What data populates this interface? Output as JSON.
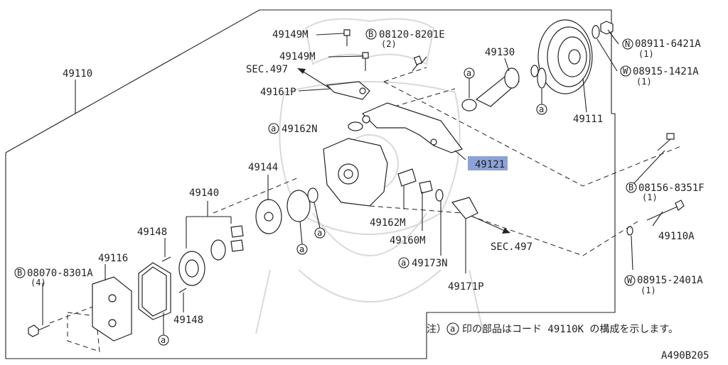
{
  "figure_code": "A490B205",
  "note": {
    "prefix": "注）",
    "marker": "a",
    "text": "印の部品はコード 49110K の構成を示します。"
  },
  "markers": {
    "bolt": "B",
    "nut": "N",
    "washer": "W",
    "kit": "a"
  },
  "labels": {
    "p49110": "49110",
    "p49149M_1": "49149M",
    "p49149M_2": "49149M",
    "sec497_top": "SEC.497",
    "p49161P": "49161P",
    "p49162N": "49162N",
    "b08120": "08120-8201E",
    "b08120_qty": "(2)",
    "p49130": "49130",
    "n08911": "08911-6421A",
    "n08911_qty": "(1)",
    "w08915_1421": "08915-1421A",
    "w08915_1421_qty": "(1)",
    "p49111": "49111",
    "p49121": "49121",
    "b08156": "08156-8351F",
    "b08156_qty": "(1)",
    "p49110A": "49110A",
    "w08915_2401": "08915-2401A",
    "w08915_2401_qty": "(1)",
    "p49144": "49144",
    "p49140": "49140",
    "p49148_1": "49148",
    "p49148_2": "49148",
    "p49116": "49116",
    "b08070": "08070-8301A",
    "b08070_qty": "(4)",
    "p49162M": "49162M",
    "p49160M": "49160M",
    "p49173N": "49173N",
    "sec497_bottom": "SEC.497",
    "p49171P": "49171P"
  },
  "highlight_color": "#8da2d8"
}
